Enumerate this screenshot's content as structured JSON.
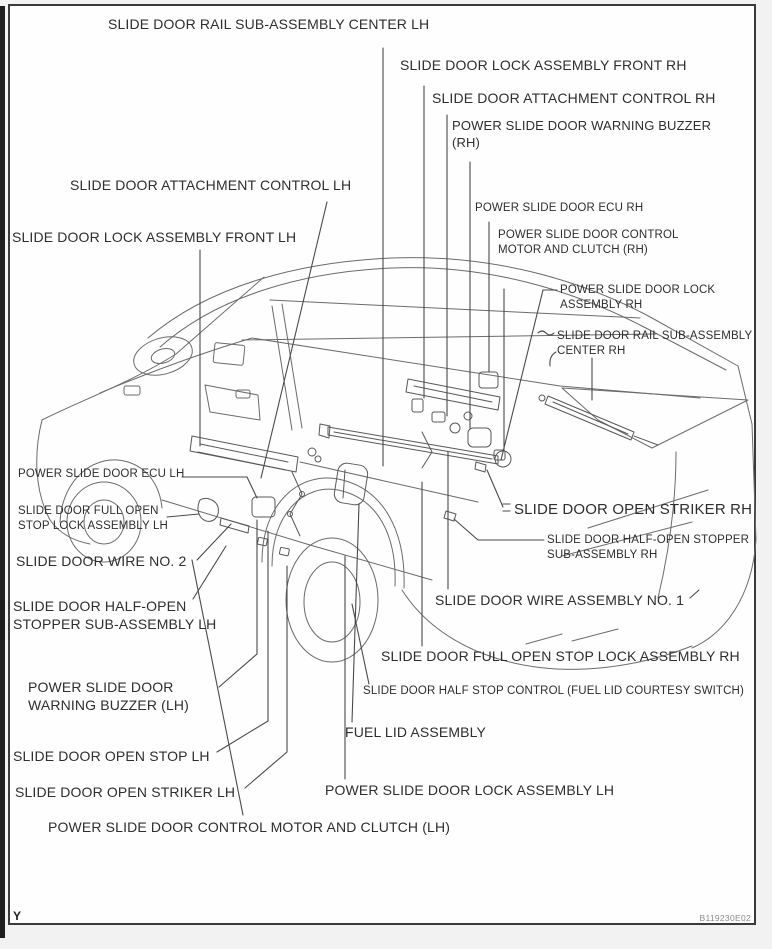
{
  "diagram": {
    "description": "Power slide door component location diagram, minivan side view with doors removed",
    "footer_left": "Y",
    "figure_code": "B119230E02",
    "labels": [
      {
        "id": "rail-center-lh",
        "line1": "SLIDE DOOR RAIL SUB-ASSEMBLY CENTER LH"
      },
      {
        "id": "lock-front-rh",
        "line1": "SLIDE DOOR LOCK ASSEMBLY FRONT RH"
      },
      {
        "id": "attach-control-rh",
        "line1": "SLIDE DOOR ATTACHMENT CONTROL RH"
      },
      {
        "id": "buzzer-rh",
        "line1": "POWER SLIDE DOOR WARNING BUZZER",
        "line2": "(RH)"
      },
      {
        "id": "attach-control-lh",
        "line1": "SLIDE DOOR ATTACHMENT CONTROL LH"
      },
      {
        "id": "ecu-rh",
        "line1": "POWER SLIDE DOOR ECU RH"
      },
      {
        "id": "lock-front-lh",
        "line1": "SLIDE DOOR LOCK ASSEMBLY FRONT LH"
      },
      {
        "id": "motor-clutch-rh",
        "line1": "POWER SLIDE DOOR CONTROL",
        "line2": "MOTOR AND CLUTCH (RH)"
      },
      {
        "id": "lock-rh",
        "line1": "POWER SLIDE DOOR LOCK",
        "line2": "ASSEMBLY RH"
      },
      {
        "id": "rail-center-rh",
        "line1": "SLIDE DOOR RAIL SUB-ASSEMBLY",
        "line2": "CENTER RH"
      },
      {
        "id": "ecu-lh",
        "line1": "POWER SLIDE DOOR ECU LH"
      },
      {
        "id": "full-open-lh",
        "line1": "SLIDE DOOR FULL OPEN",
        "line2": "STOP LOCK ASSEMBLY LH"
      },
      {
        "id": "wire-2",
        "line1": "SLIDE DOOR WIRE NO. 2"
      },
      {
        "id": "striker-rh",
        "line1": "SLIDE DOOR OPEN STRIKER RH"
      },
      {
        "id": "stopper-rh",
        "line1": "SLIDE DOOR HALF-OPEN STOPPER",
        "line2": "SUB-ASSEMBLY RH"
      },
      {
        "id": "stopper-lh",
        "line1": "SLIDE DOOR HALF-OPEN",
        "line2": "STOPPER SUB-ASSEMBLY LH"
      },
      {
        "id": "wire-1",
        "line1": "SLIDE DOOR WIRE ASSEMBLY NO. 1"
      },
      {
        "id": "full-open-rh",
        "line1": "SLIDE DOOR FULL OPEN STOP LOCK ASSEMBLY RH"
      },
      {
        "id": "buzzer-lh",
        "line1": "POWER SLIDE DOOR",
        "line2": "WARNING BUZZER (LH)"
      },
      {
        "id": "half-stop-control",
        "line1": "SLIDE DOOR HALF STOP CONTROL (FUEL LID COURTESY SWITCH)"
      },
      {
        "id": "fuel-lid",
        "line1": "FUEL LID ASSEMBLY"
      },
      {
        "id": "open-stop-lh",
        "line1": "SLIDE DOOR OPEN STOP LH"
      },
      {
        "id": "striker-lh",
        "line1": "SLIDE DOOR OPEN STRIKER LH"
      },
      {
        "id": "lock-lh",
        "line1": "POWER SLIDE DOOR LOCK ASSEMBLY LH"
      },
      {
        "id": "motor-clutch-lh",
        "line1": "POWER SLIDE DOOR CONTROL MOTOR AND CLUTCH  (LH)"
      }
    ]
  },
  "colors": {
    "text": "#2e2e2e",
    "body_line": "#6b6b6b",
    "mechanism_line": "#585858",
    "leader_line": "#4a4a4a",
    "frame_border": "#3a3a3a",
    "paper": "#fefefe"
  }
}
